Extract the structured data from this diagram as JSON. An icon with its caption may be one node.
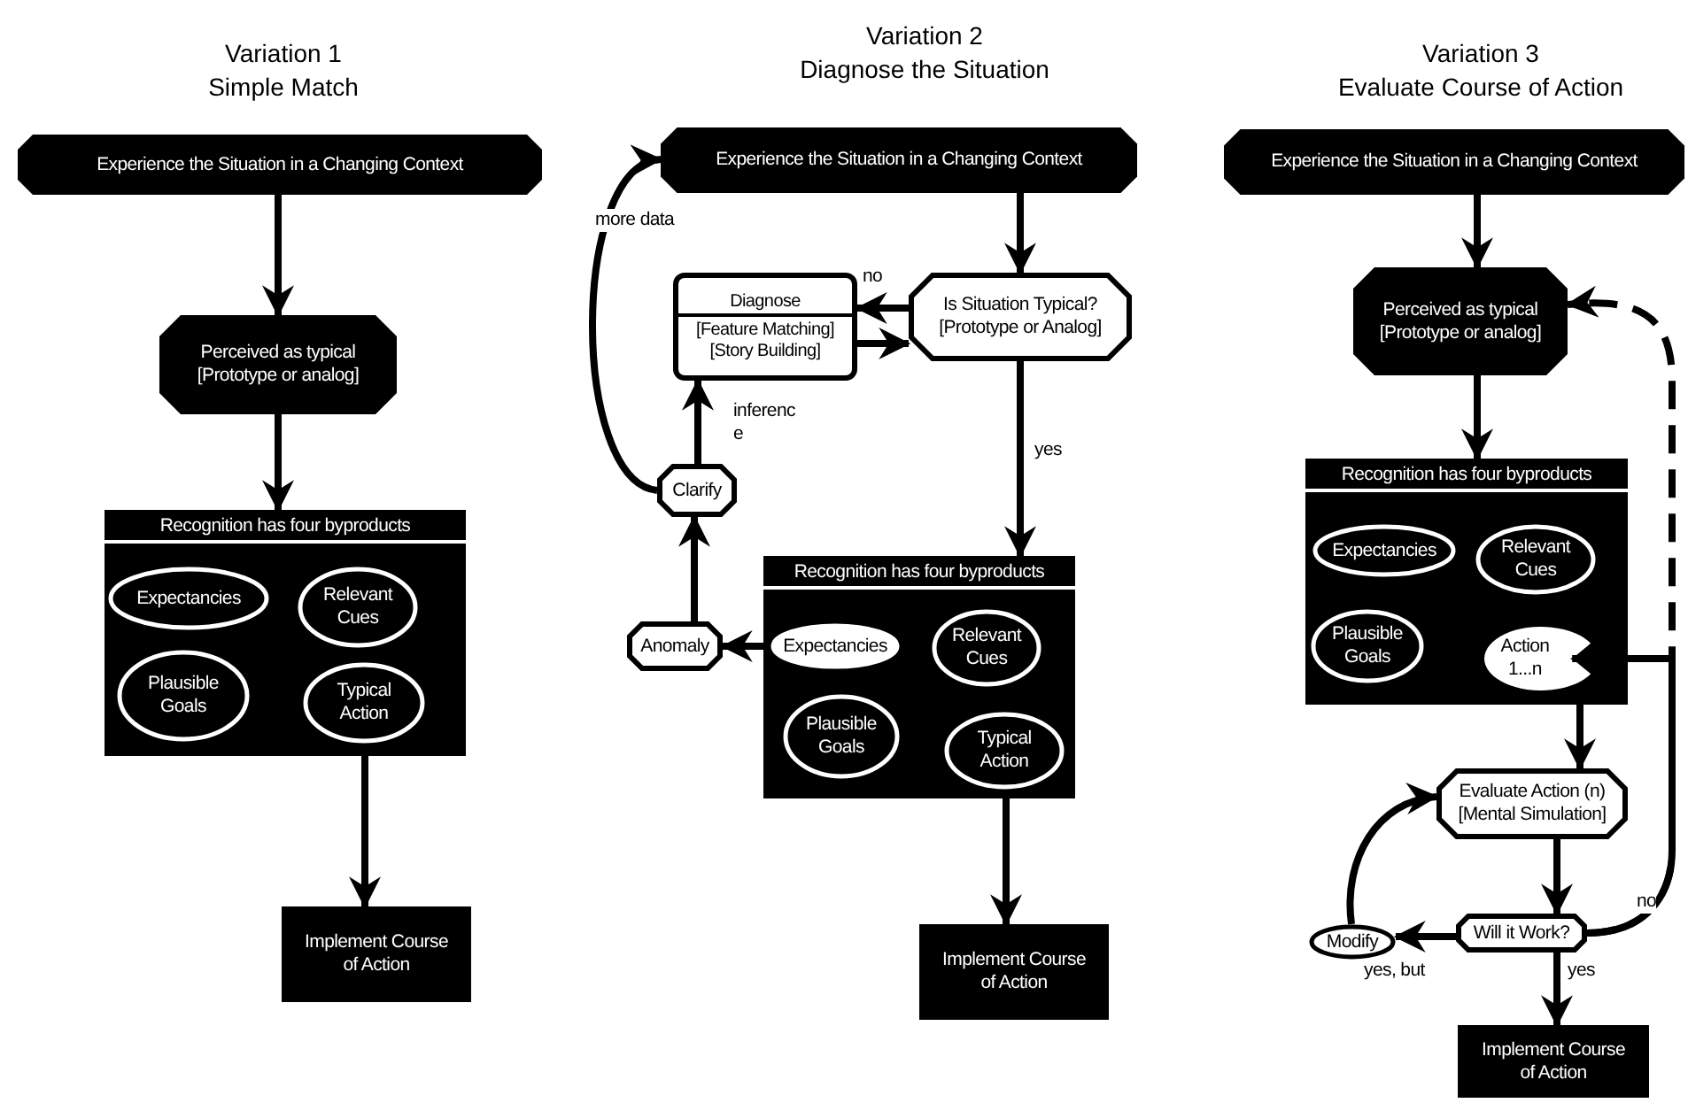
{
  "diagram": {
    "nodes": [
      {
        "text": [
          "Experience the Situation in a Changing Context"
        ]
      },
      {
        "text": [
          "Perceived as typical [Prototype or analog]"
        ]
      },
      {
        "text": [
          "Recognition has four byproducts"
        ]
      },
      {
        "text": [
          "Expectancies"
        ],
        "in": 2
      },
      {
        "text": [
          "Relevant Cues"
        ],
        "in": 2
      },
      {
        "text": [
          "Plausible Goals"
        ],
        "in": 2
      },
      {
        "text": [
          "Typical Action"
        ],
        "in": 2
      },
      {
        "text": [
          "Implement Course of Action"
        ]
      },
      {
        "text": [
          "Experience the Situation in a Changing Context"
        ]
      },
      {
        "text": [
          "Is Situation Typical? [Prototype or Analog]"
        ]
      },
      {
        "text": [
          "Diagnose",
          "[Feature Matching] [Story Building]"
        ]
      },
      {
        "text": [
          "Clarify"
        ]
      },
      {
        "text": [
          "Anomaly"
        ]
      },
      {
        "text": [
          "Recognition has four byproducts"
        ]
      },
      {
        "text": [
          "Expectancies"
        ],
        "in": 13
      },
      {
        "text": [
          "Relevant Cues"
        ],
        "in": 13
      },
      {
        "text": [
          "Plausible Goals"
        ],
        "in": 13
      },
      {
        "text": [
          "Typical Action"
        ],
        "in": 13
      },
      {
        "text": [
          "Implement Course of Action"
        ]
      },
      {
        "text": [
          "Experience the Situation in a Changing Context"
        ]
      },
      {
        "text": [
          "Perceived as typical [Prototype or analog]"
        ]
      },
      {
        "text": [
          "Recognition has four byproducts"
        ]
      },
      {
        "text": [
          "Expectancies"
        ],
        "in": 21
      },
      {
        "text": [
          "Relevant Cues"
        ],
        "in": 21
      },
      {
        "text": [
          "Plausible Goals"
        ],
        "in": 21
      },
      {
        "text": [
          "Action 1...n"
        ],
        "in": 21
      },
      {
        "text": [
          "Evaluate Action (n) [Mental Simulation]"
        ]
      },
      {
        "text": [
          "Will it Work?"
        ]
      },
      {
        "text": [
          "Modify"
        ]
      },
      {
        "text": [
          "Implement Course of Action"
        ]
      }
    ],
    "edges": [
      {
        "from": 0,
        "to": 1,
        "arrow": "to"
      },
      {
        "from": 1,
        "to": 2,
        "arrow": "to"
      },
      {
        "from": 6,
        "to": 7,
        "arrow": "to"
      },
      {
        "from": 8,
        "to": 9,
        "arrow": "to"
      },
      {
        "from": 9,
        "to": 10,
        "arrow": "to",
        "label": "no"
      },
      {
        "from": 10,
        "to": 9,
        "arrow": "to"
      },
      {
        "from": 9,
        "to": 13,
        "arrow": "to",
        "label": "yes"
      },
      {
        "from": 14,
        "to": 12,
        "arrow": "to"
      },
      {
        "from": 12,
        "to": 11,
        "arrow": "to"
      },
      {
        "from": 11,
        "to": 10,
        "arrow": "to",
        "label": "inferenc e"
      },
      {
        "from": 11,
        "to": 8,
        "arrow": "to",
        "label": "more data"
      },
      {
        "from": 17,
        "to": 18,
        "arrow": "to"
      },
      {
        "from": 19,
        "to": 20,
        "arrow": "to"
      },
      {
        "from": 20,
        "to": 21,
        "arrow": "to"
      },
      {
        "from": 21,
        "to": 26,
        "arrow": "to"
      },
      {
        "from": 26,
        "to": 27,
        "arrow": "to"
      },
      {
        "from": 27,
        "to": 28,
        "arrow": "to",
        "label": "yes, but"
      },
      {
        "from": 28,
        "to": 26,
        "arrow": "to"
      },
      {
        "from": 27,
        "to": 29,
        "arrow": "to",
        "label": "yes"
      },
      {
        "from": 27,
        "to": 25,
        "arrow": "to",
        "label": "no"
      },
      {
        "from": 27,
        "to": 20,
        "arrow": "to",
        "style": "dashed"
      }
    ],
    "labels": [
      "Variation 1",
      "Simple Match",
      "Variation 2",
      "Diagnose the Situation",
      "Variation 3",
      "Evaluate Course of Action"
    ]
  }
}
